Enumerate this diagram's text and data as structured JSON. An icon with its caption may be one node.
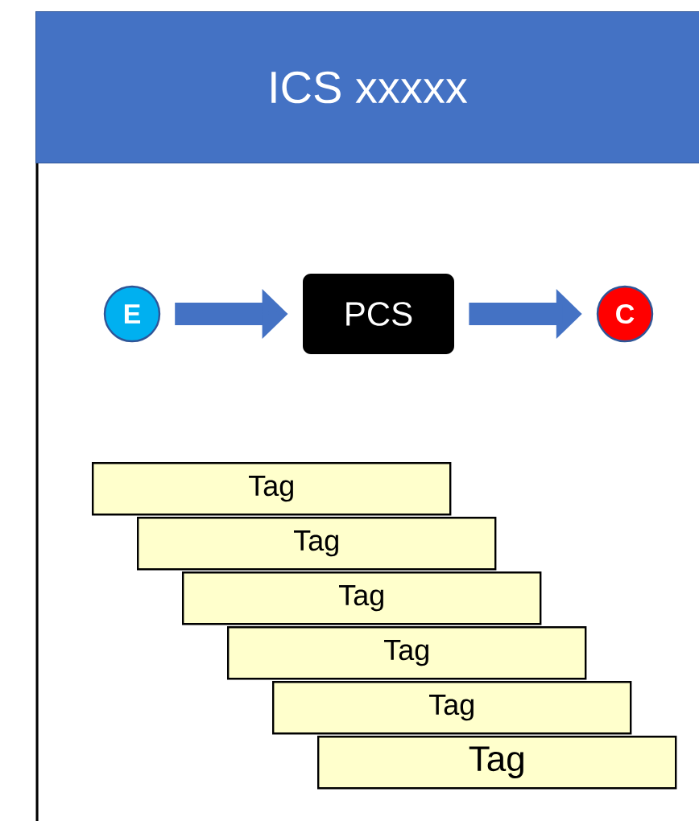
{
  "diagram": {
    "title": "ICS xxxxx",
    "nodes": [
      {
        "text": [
          "E"
        ]
      },
      {
        "text": [
          "PCS"
        ]
      },
      {
        "text": [
          "C"
        ]
      },
      {
        "text": [
          "Tag"
        ]
      },
      {
        "text": [
          "Tag"
        ]
      },
      {
        "text": [
          "Tag"
        ]
      },
      {
        "text": [
          "Tag"
        ]
      },
      {
        "text": [
          "Tag"
        ]
      },
      {
        "text": [
          "Tag"
        ]
      }
    ],
    "edges": [
      {
        "from": 0,
        "to": 1,
        "arrow": "to"
      },
      {
        "from": 1,
        "to": 2,
        "arrow": "to"
      }
    ]
  }
}
